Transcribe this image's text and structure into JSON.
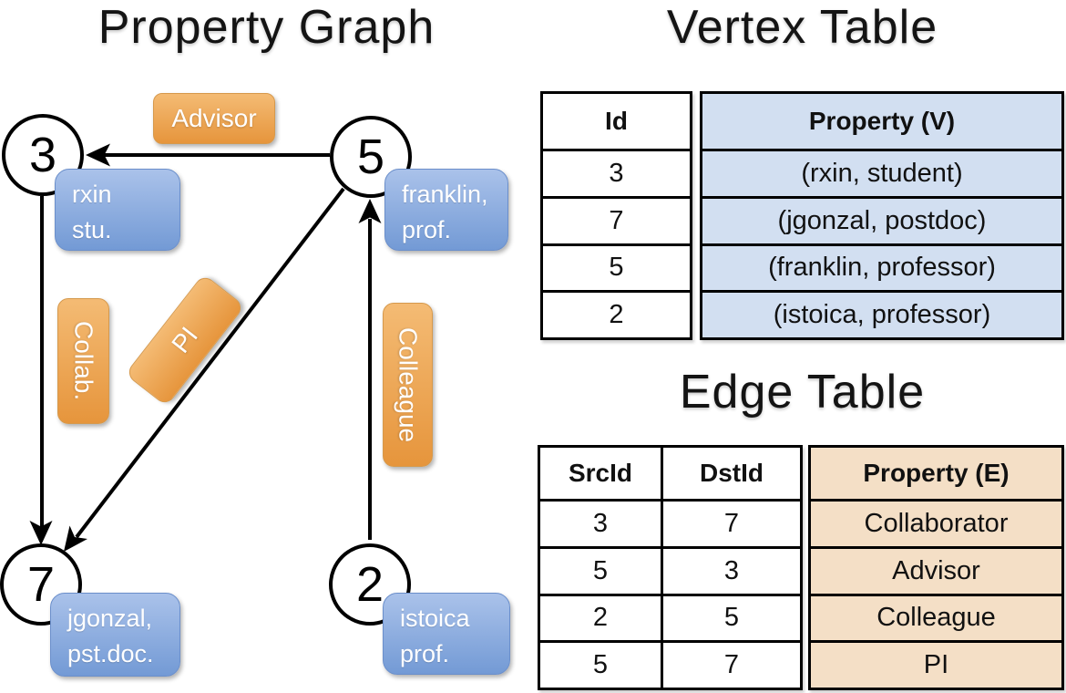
{
  "graph": {
    "title": "Property Graph",
    "nodes": [
      {
        "id": "3",
        "line1": "rxin",
        "line2": "stu."
      },
      {
        "id": "5",
        "line1": "franklin,",
        "line2": "prof."
      },
      {
        "id": "7",
        "line1": "jgonzal,",
        "line2": "pst.doc."
      },
      {
        "id": "2",
        "line1": "istoica",
        "line2": "prof."
      }
    ],
    "edge_labels": {
      "advisor": "Advisor",
      "collab": "Collab.",
      "pi": "PI",
      "colleague": "Colleague"
    }
  },
  "vertex_table": {
    "title": "Vertex Table",
    "col_id": "Id",
    "col_property": "Property (V)",
    "rows": [
      {
        "id": "3",
        "property": "(rxin, student)"
      },
      {
        "id": "7",
        "property": "(jgonzal, postdoc)"
      },
      {
        "id": "5",
        "property": "(franklin, professor)"
      },
      {
        "id": "2",
        "property": "(istoica, professor)"
      }
    ]
  },
  "edge_table": {
    "title": "Edge Table",
    "col_src": "SrcId",
    "col_dst": "DstId",
    "col_property": "Property (E)",
    "rows": [
      {
        "src": "3",
        "dst": "7",
        "property": "Collaborator"
      },
      {
        "src": "5",
        "dst": "3",
        "property": "Advisor"
      },
      {
        "src": "2",
        "dst": "5",
        "property": "Colleague"
      },
      {
        "src": "5",
        "dst": "7",
        "property": "PI"
      }
    ]
  },
  "colors": {
    "vertex_box_top": "#aac2ea",
    "vertex_box_bottom": "#739ad5",
    "edge_box_top": "#f4bb74",
    "edge_box_bottom": "#e6953c",
    "vertex_table_fill": "#d2dff1",
    "edge_table_fill": "#f4dfc6",
    "line_color": "#000000",
    "label_text": "#ffffff"
  }
}
